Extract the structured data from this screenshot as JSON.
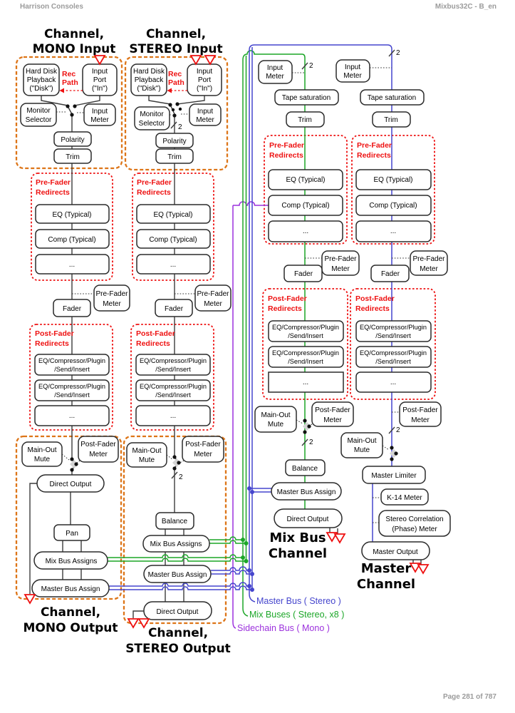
{
  "header": {
    "left": "Harrison Consoles",
    "right": "Mixbus32C - B_en"
  },
  "footer": {
    "page": "Page 281 of 787"
  },
  "titles": {
    "mono_in": [
      "Channel,",
      "MONO Input"
    ],
    "stereo_in": [
      "Channel,",
      "STEREO Input"
    ],
    "mono_out": [
      "Channel,",
      "MONO Output"
    ],
    "stereo_out": [
      "Channel,",
      "STEREO Output"
    ],
    "mix_bus": [
      "Mix Bus",
      "Channel"
    ],
    "master": [
      "Master",
      "Channel"
    ]
  },
  "boxes": {
    "hard_disk": [
      "Hard Disk",
      "Playback",
      "(\"Disk\")"
    ],
    "input_port": [
      "Input",
      "Port",
      "(\"In\")"
    ],
    "monitor_selector": [
      "Monitor",
      "Selector"
    ],
    "input_meter": [
      "Input",
      "Meter"
    ],
    "polarity": "Polarity",
    "trim": "Trim",
    "tape_saturation": "Tape saturation",
    "eq": "EQ  (Typical)",
    "comp": "Comp (Typical)",
    "more": "...",
    "fader": "Fader",
    "pre_fader_meter": [
      "Pre-Fader",
      "Meter"
    ],
    "post_fader_meter": [
      "Post-Fader",
      "Meter"
    ],
    "plugin": [
      "EQ/Compressor/Plugin",
      "/Send/Insert"
    ],
    "main_out_mute": [
      "Main-Out",
      "Mute"
    ],
    "direct_output": "Direct Output",
    "pan": "Pan",
    "balance": "Balance",
    "mix_bus_assigns": "Mix Bus Assigns",
    "master_bus_assign": "Master Bus Assign",
    "master_limiter": "Master Limiter",
    "k14_meter": "K-14 Meter",
    "stereo_correlation": [
      "Stereo Correlation",
      "(Phase) Meter"
    ],
    "master_output": "Master Output"
  },
  "annotations": {
    "rec_path": [
      "Rec",
      "Path"
    ],
    "pre_fader_redirects": [
      "Pre-Fader",
      "Redirects"
    ],
    "post_fader_redirects": [
      "Post-Fader",
      "Redirects"
    ],
    "stereo_count": "2"
  },
  "legend": {
    "master_bus": "Master Bus ( Stereo )",
    "mix_buses": "Mix Buses ( Stereo, x8 )",
    "sidechain_bus": "Sidechain Bus ( Mono )"
  },
  "colors": {
    "master_bus": "#4545cd",
    "mix_bus": "#1ba627",
    "sidechain_bus": "#9c31dd",
    "io_group_border": "#dd7518",
    "redirects_border": "#ee1111",
    "rec_path": "#ee1111"
  }
}
